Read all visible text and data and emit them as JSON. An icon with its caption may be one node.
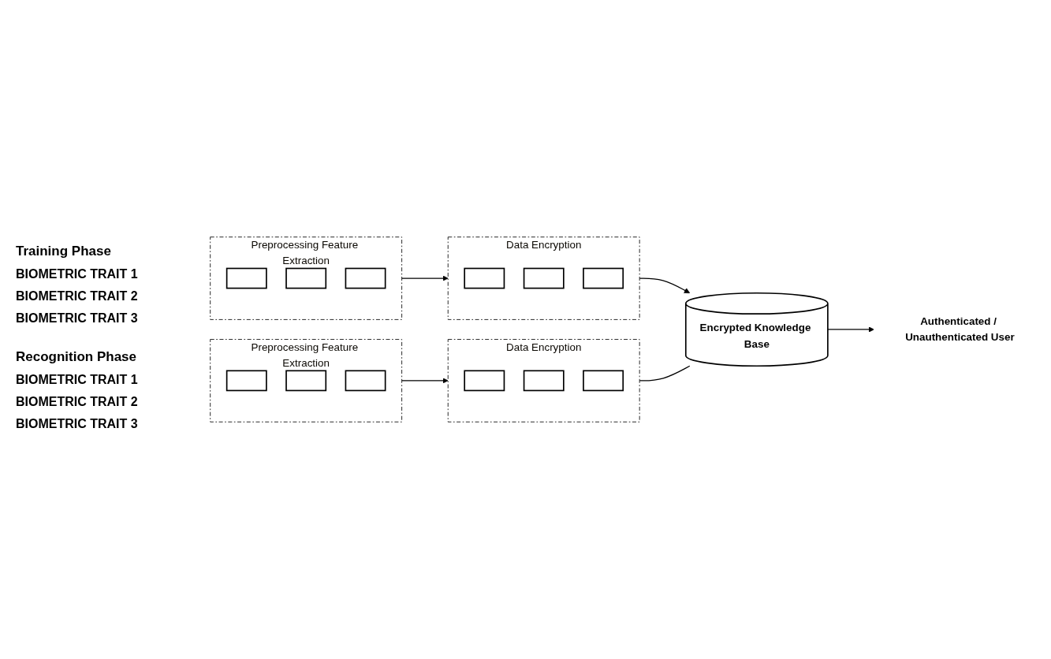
{
  "diagram": {
    "nodes": [
      {
        "text": [
          "Preprocessing Feature Extraction"
        ]
      },
      {
        "text": [],
        "shape": "box",
        "in": 0
      },
      {
        "text": [],
        "shape": "box",
        "in": 0
      },
      {
        "text": [],
        "shape": "box",
        "in": 0
      },
      {
        "text": [
          "Data Encryption"
        ]
      },
      {
        "text": [],
        "shape": "box",
        "in": 4
      },
      {
        "text": [],
        "shape": "box",
        "in": 4
      },
      {
        "text": [],
        "shape": "box",
        "in": 4
      },
      {
        "text": [
          "Encrypted Knowledge Base"
        ]
      },
      {
        "text": [
          "Authenticated / Unauthenticated User"
        ]
      },
      {
        "text": [
          "Preprocessing Feature Extraction"
        ]
      },
      {
        "text": [],
        "shape": "box",
        "in": 10
      },
      {
        "text": [],
        "shape": "box",
        "in": 10
      },
      {
        "text": [],
        "shape": "box",
        "in": 10
      },
      {
        "text": [
          "Data Encryption"
        ]
      },
      {
        "text": [],
        "shape": "box",
        "in": 14
      },
      {
        "text": [],
        "shape": "box",
        "in": 14
      },
      {
        "text": [],
        "shape": "box",
        "in": 14
      }
    ],
    "edges": [
      {
        "from": 0,
        "to": 4,
        "arrow": "to"
      },
      {
        "from": 4,
        "to": 8,
        "arrow": "to"
      },
      {
        "from": 8,
        "to": 9,
        "arrow": "to"
      },
      {
        "from": 10,
        "to": 14,
        "arrow": "to"
      },
      {
        "from": 14,
        "to": 8,
        "arrow": "none"
      }
    ],
    "labels": [
      "Training Phase",
      "BIOMETRIC TRAIT 1",
      "BIOMETRIC TRAIT 2",
      "BIOMETRIC TRAIT 3",
      "Recognition Phase",
      "BIOMETRIC TRAIT 1",
      "BIOMETRIC TRAIT 2",
      "BIOMETRIC TRAIT 3"
    ]
  }
}
